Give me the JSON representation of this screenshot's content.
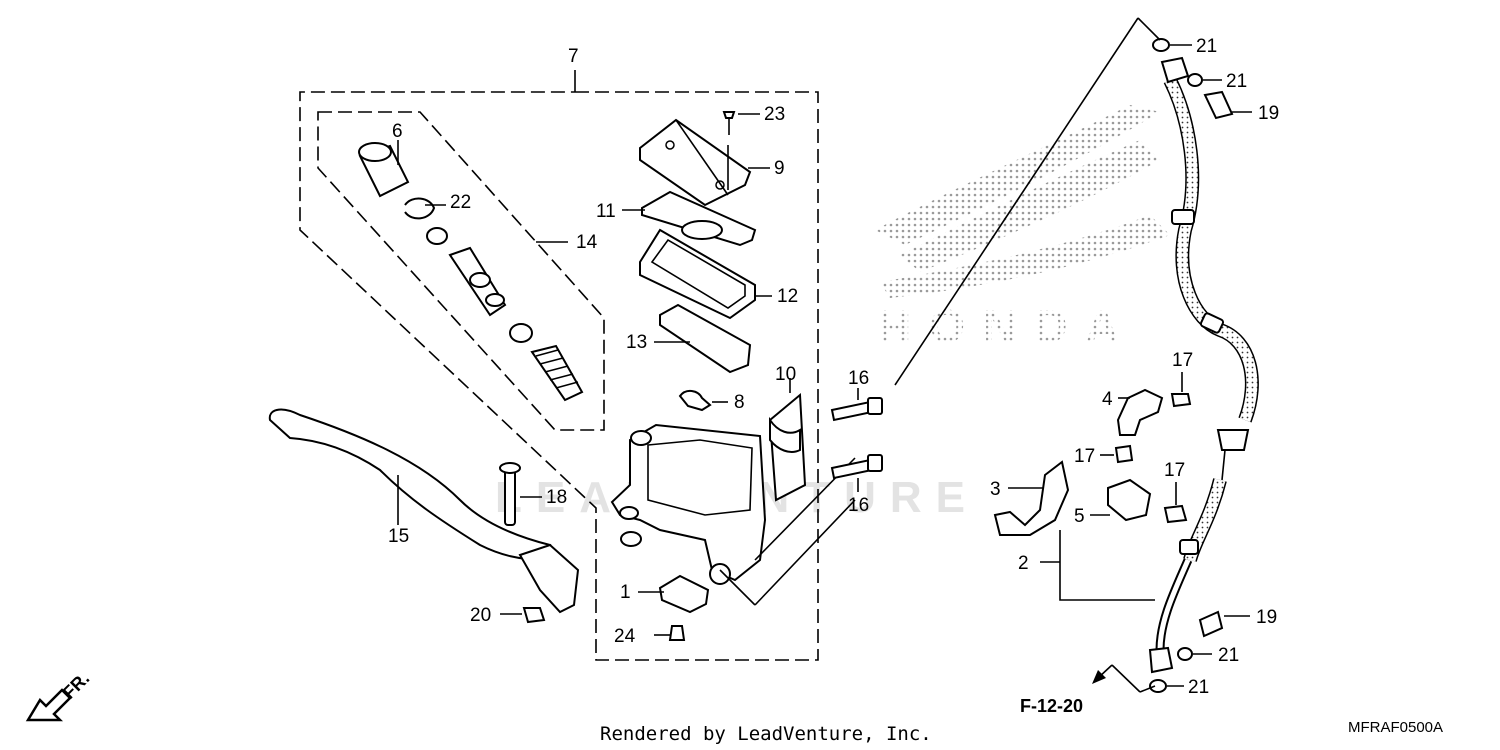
{
  "callouts": {
    "c1": "1",
    "c2": "2",
    "c3": "3",
    "c4": "4",
    "c5": "5",
    "c6": "6",
    "c7": "7",
    "c8": "8",
    "c9": "9",
    "c10": "10",
    "c11": "11",
    "c12": "12",
    "c13": "13",
    "c14": "14",
    "c15": "15",
    "c16a": "16",
    "c16b": "16",
    "c17a": "17",
    "c17b": "17",
    "c17c": "17",
    "c18": "18",
    "c19a": "19",
    "c19b": "19",
    "c20": "20",
    "c21a": "21",
    "c21b": "21",
    "c21c": "21",
    "c21d": "21",
    "c22": "22",
    "c23": "23",
    "c24": "24"
  },
  "reference": "F-12-20",
  "direction": "FR.",
  "diagram_code": "MFRAF0500A",
  "footer": "Rendered by LeadVenture, Inc.",
  "watermark_brand": "HONDA",
  "watermark_vendor": "LEADVENTURE"
}
